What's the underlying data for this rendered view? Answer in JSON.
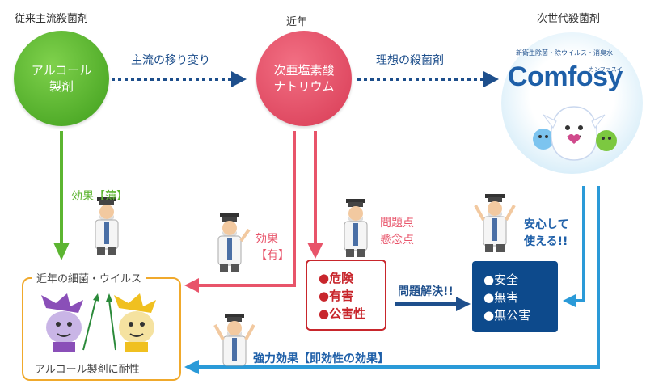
{
  "headers": {
    "left": "従来主流殺菌剤",
    "middle": "近年",
    "right": "次世代殺菌剤"
  },
  "circles": {
    "alcohol": [
      "アルコール",
      "製剤"
    ],
    "hypochlorite": [
      "次亜塩素酸",
      "ナトリウム"
    ]
  },
  "arrows": {
    "shift": "主流の移り変り",
    "ideal": "理想の殺菌剤"
  },
  "brand": {
    "tagline": "新衛生除菌・除ウイルス・消臭水",
    "name": "Comfosy",
    "kana": "カンファスイ"
  },
  "labels": {
    "effect_weak": "効果【薄】",
    "effect_has": [
      "効果",
      "【有】"
    ],
    "problems": [
      "問題点",
      "懸念点"
    ],
    "safe_use": [
      "安心して",
      "使える!!"
    ],
    "solved": "問題解決!!",
    "strong": "強力効果【即効性の効果】"
  },
  "bacteria_box": {
    "title": "近年の細菌・ウイルス",
    "footer": "アルコール製剤に耐性"
  },
  "danger_box": [
    "●危険",
    "●有害",
    "●公害性"
  ],
  "safe_box": [
    "●安全",
    "●無害",
    "●無公害"
  ],
  "colors": {
    "green": "#5cb531",
    "pink": "#e8546a",
    "navy": "#1e4f8c",
    "blue": "#2a9ad8",
    "dark_red": "#c8262c",
    "orange": "#f0a92c",
    "box_navy": "#0d4a8c"
  }
}
